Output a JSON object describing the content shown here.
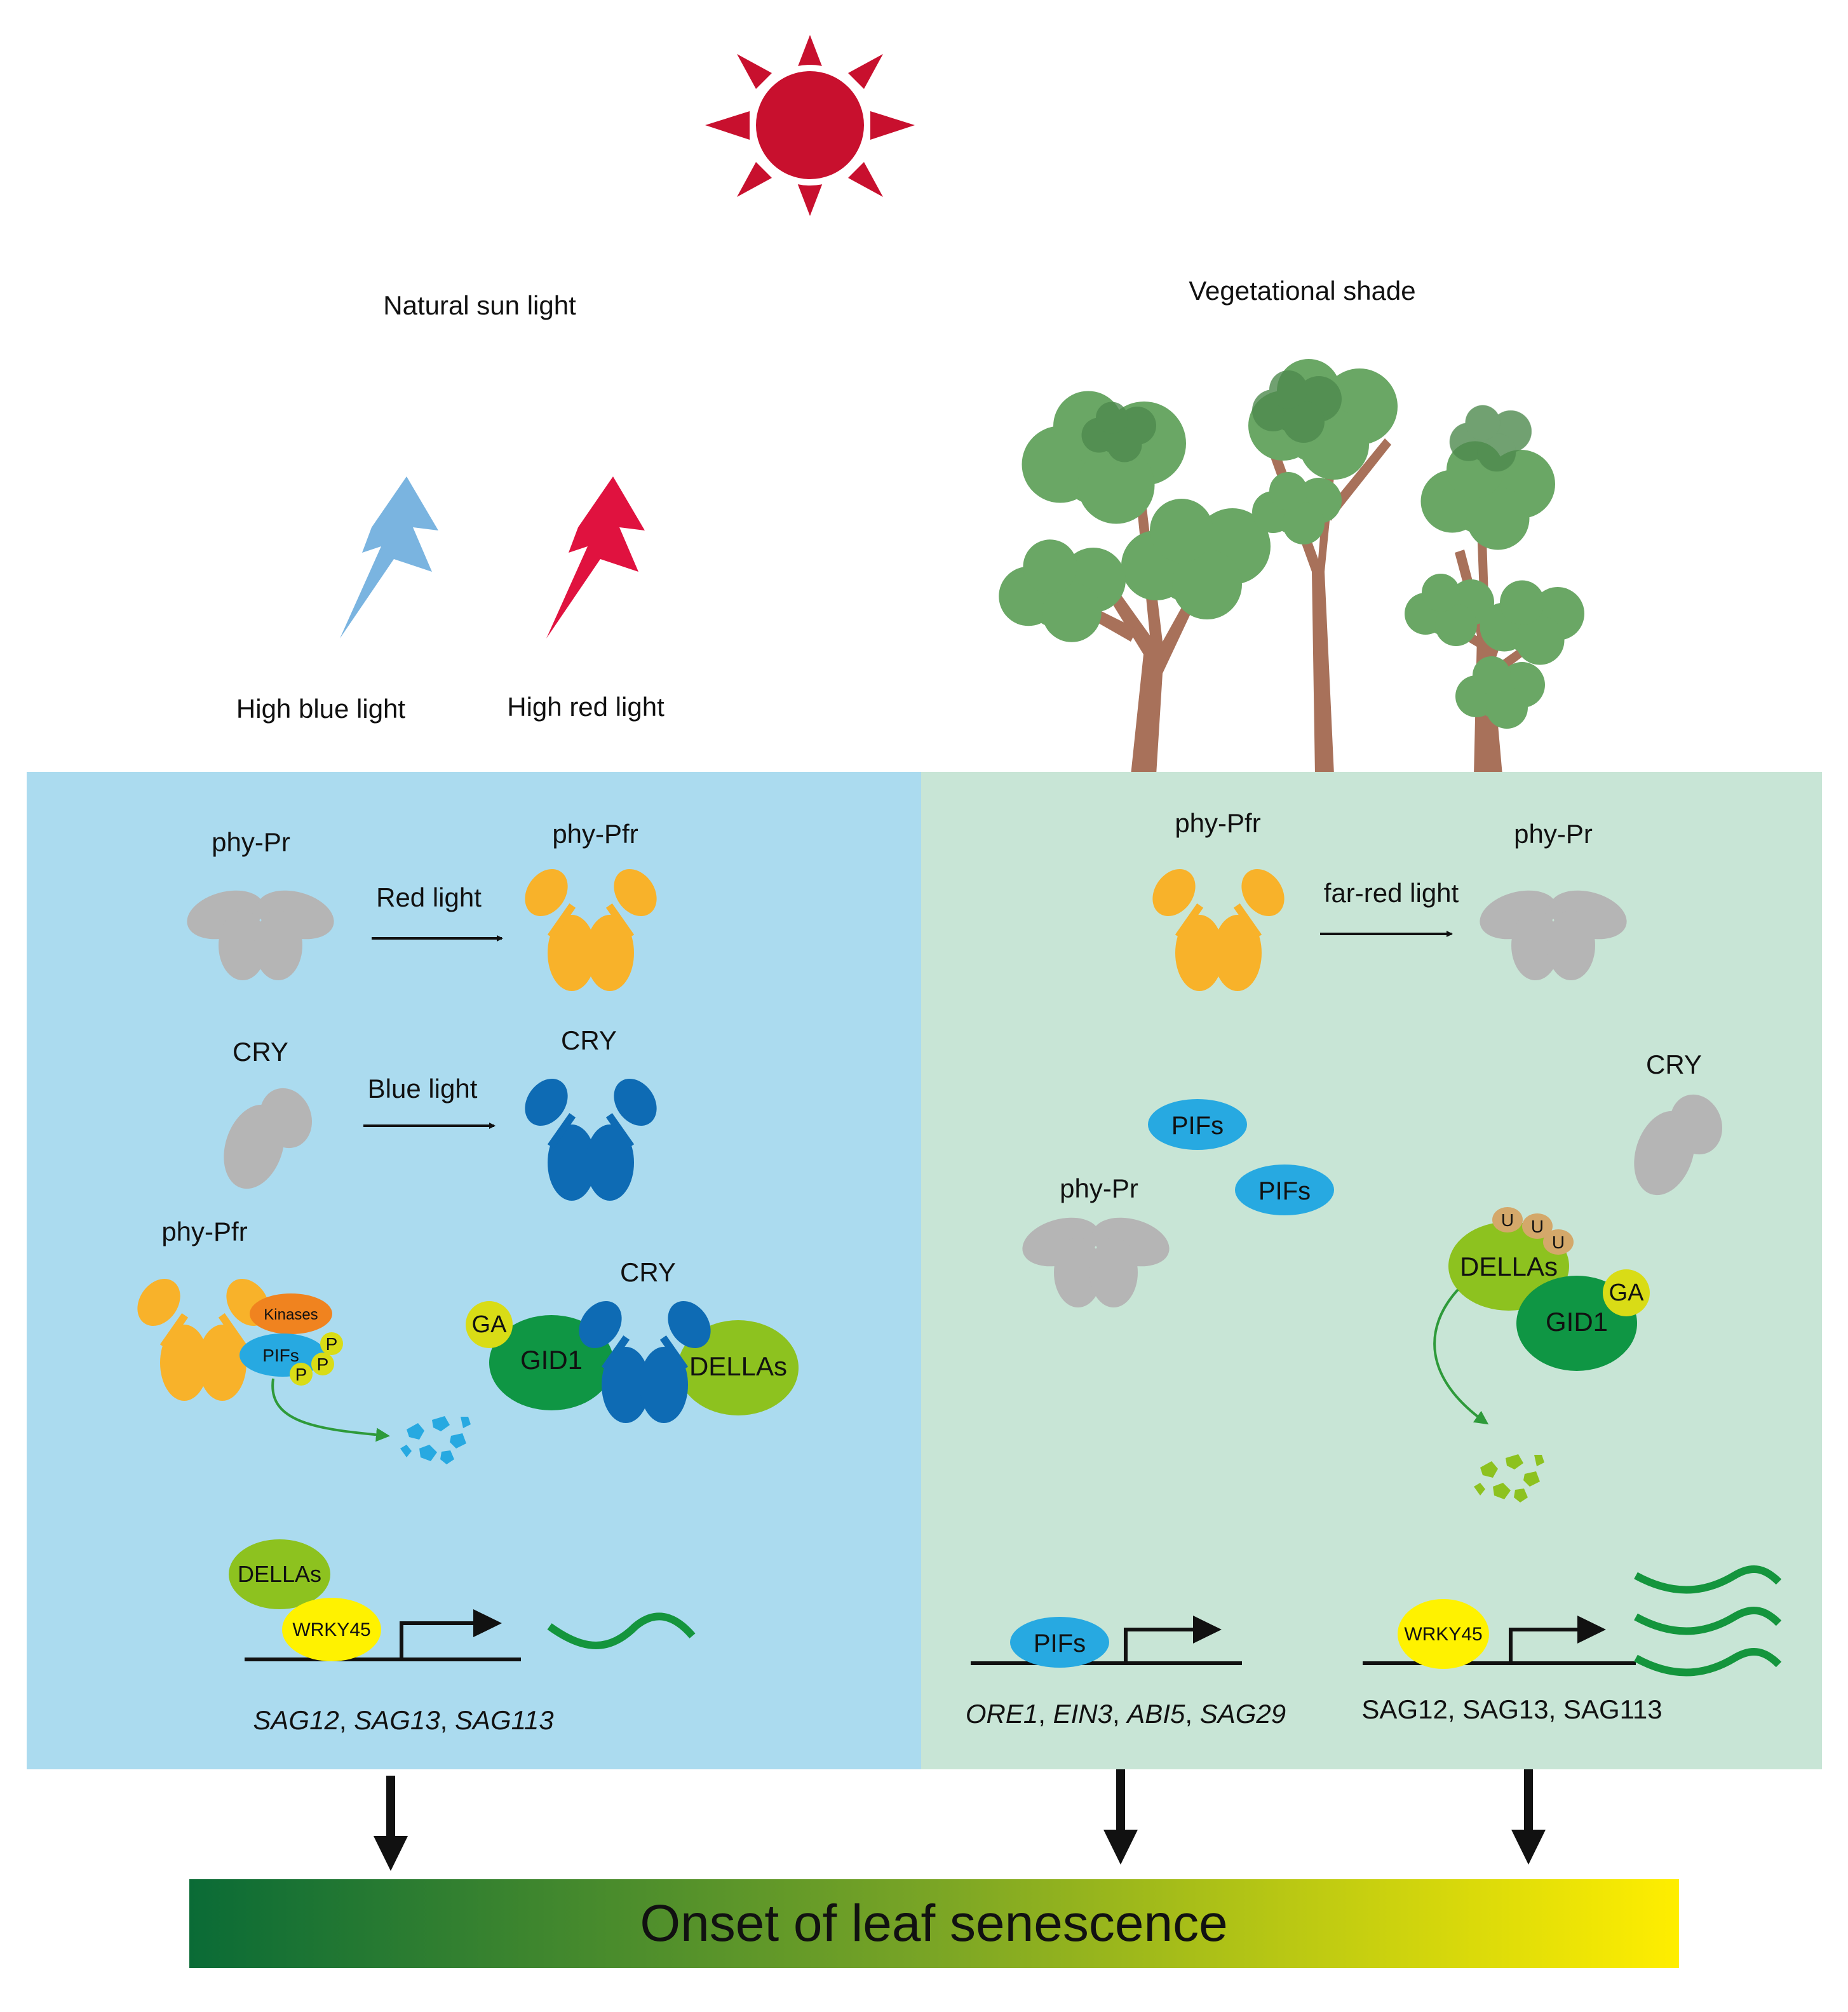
{
  "headers": {
    "sun_label": "Natural sun light",
    "shade_label": "Vegetational shade",
    "blue_light_label": "High blue light",
    "red_light_label": "High red light"
  },
  "left_panel": {
    "phy_pr": "phy-Pr",
    "phy_pfr": "phy-Pfr",
    "red_light": "Red light",
    "cry_inactive": "CRY",
    "cry_active": "CRY",
    "blue_light": "Blue light",
    "phy_pfr_complex": "phy-Pfr",
    "kinases": "Kinases",
    "pifs": "PIFs",
    "phospho": [
      "P",
      "P",
      "P"
    ],
    "cry_complex": "CRY",
    "ga": "GA",
    "gid1": "GID1",
    "dellas": "DELLAs",
    "dellas_promoter": "DELLAs",
    "wrky45": "WRKY45",
    "genes": [
      "SAG12",
      "SAG13",
      "SAG113"
    ],
    "gene_sep": ", "
  },
  "right_panel": {
    "phy_pfr": "phy-Pfr",
    "phy_pr": "phy-Pr",
    "far_red_light": "far-red light",
    "cry": "CRY",
    "pifs_1": "PIFs",
    "pifs_2": "PIFs",
    "phy_pr_free": "phy-Pr",
    "ubiquitin": [
      "U",
      "U",
      "U"
    ],
    "dellas": "DELLAs",
    "ga": "GA",
    "gid1": "GID1",
    "pifs_promoter": "PIFs",
    "wrky45_promoter": "WRKY45",
    "genes_pif": [
      "ORE1",
      "EIN3",
      "ABI5",
      "SAG29"
    ],
    "gene_sep": ", ",
    "genes_wrky": "SAG12, SAG13, SAG113"
  },
  "bottom_bar": {
    "label": "Onset of leaf senescence",
    "gradient_start": "#0a6b36",
    "gradient_end": "#ffee00"
  },
  "colors": {
    "sun": "#c8102e",
    "blue_bolt": "#7ab4e0",
    "red_bolt": "#e0123f",
    "left_bg": "#abdbef",
    "right_bg": "#c8e5d6",
    "phy_inactive": "#b5b5b5",
    "phy_active": "#f8b22a",
    "cry_active": "#0e6bb4",
    "pif": "#27a9e1",
    "della": "#8dc21f",
    "gid1": "#0f9644",
    "ga": "#d9dc16",
    "wrky": "#fff200",
    "kinase": "#f0831f",
    "ubiquitin": "#d4a86a"
  }
}
